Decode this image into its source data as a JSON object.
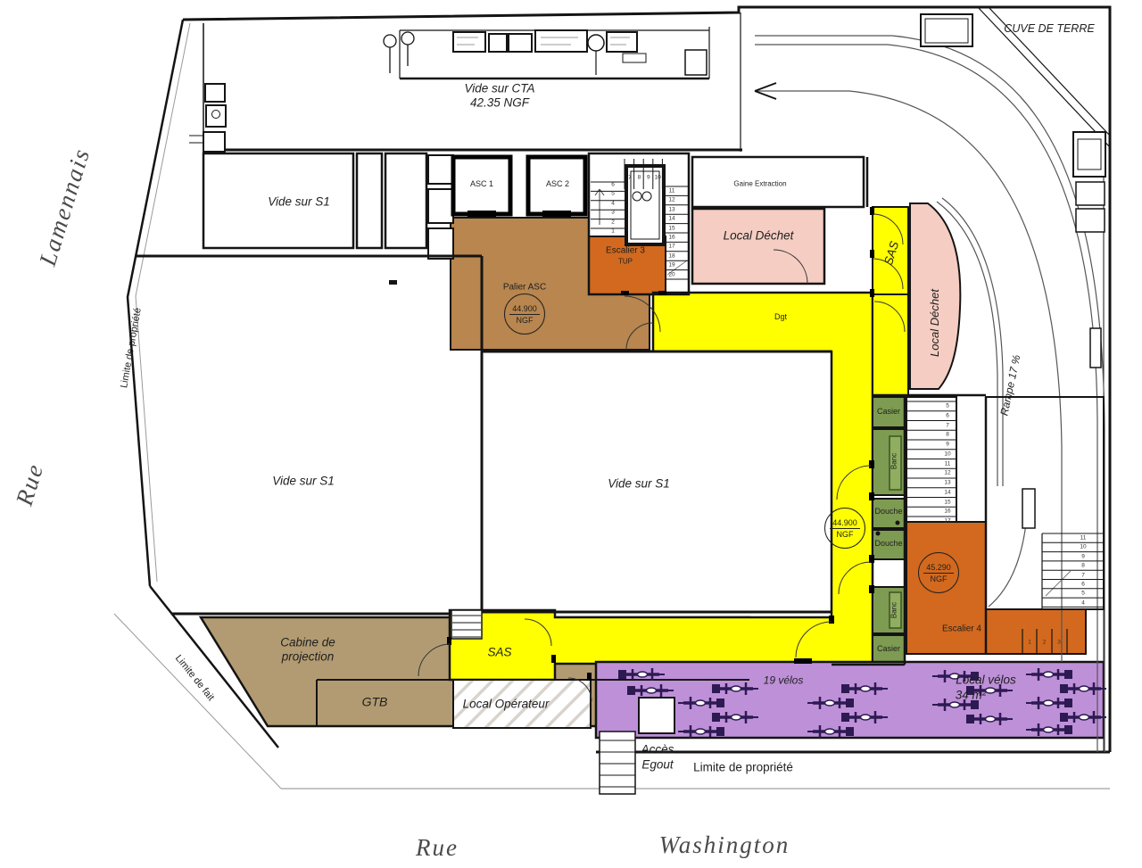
{
  "streets": {
    "rue": "Rue",
    "lamennais": "Lamennais",
    "washington": "Washington"
  },
  "boundaries": {
    "propriete": "Limite de propriété",
    "fait": "Limite de fait"
  },
  "rooms": {
    "vide_cta_l1": "Vide sur CTA",
    "vide_cta_l2": "42.35 NGF",
    "vide_s1": "Vide sur S1",
    "cuve": "CUVE DE TERRE",
    "gaine": "Gaine Extraction",
    "local_dechet": "Local Déchet",
    "sas": "SAS",
    "rampe": "Rampe 17 %",
    "asc1": "ASC 1",
    "asc2": "ASC 2",
    "palier": "Palier ASC",
    "escalier3": "Escalier 3",
    "escalier3_sub": "TUP",
    "escalier4": "Escalier 4",
    "dgt": "Dgt",
    "casier": "Casier",
    "banc": "Banc",
    "douche": "Douche",
    "cabine_l1": "Cabine de",
    "cabine_l2": "projection",
    "gtb": "GTB",
    "local_operateur": "Local Opérateur",
    "velos19": "19 vélos",
    "local_velos_l1": "Local vélos",
    "local_velos_l2": "34 m²",
    "acces_l1": "Accès",
    "acces_l2": "Egout"
  },
  "levels": {
    "l44_value": "44.900",
    "l45_value": "45.290",
    "unit": "NGF"
  },
  "stairs": {
    "esc3_left": [
      "1",
      "2",
      "3",
      "4",
      "5",
      "6"
    ],
    "esc3_top": [
      "7",
      "8",
      "9",
      "10"
    ],
    "esc3_right": [
      "11",
      "12",
      "13",
      "14",
      "15",
      "16",
      "17",
      "18",
      "19",
      "20"
    ],
    "esc4_mid": [
      "5",
      "6",
      "7",
      "8",
      "9",
      "10",
      "11",
      "12",
      "13",
      "14",
      "15",
      "16",
      "17"
    ],
    "esc4_right": [
      "11",
      "10",
      "9",
      "8",
      "7",
      "6",
      "5",
      "4"
    ],
    "esc4_steps": [
      "1",
      "2",
      "3"
    ]
  },
  "colors": {
    "circulation_yellow": "#FFFF00",
    "stairs_orange": "#D2691E",
    "dechet_pink": "#F5CDC2",
    "palier_brown": "#B8864E",
    "cabine_brown": "#B29B72",
    "lockers_green": "#7E9B52",
    "velos_purple": "#BE90D8",
    "bike_ink": "#2E1A52",
    "wall_ink": "#141414"
  }
}
